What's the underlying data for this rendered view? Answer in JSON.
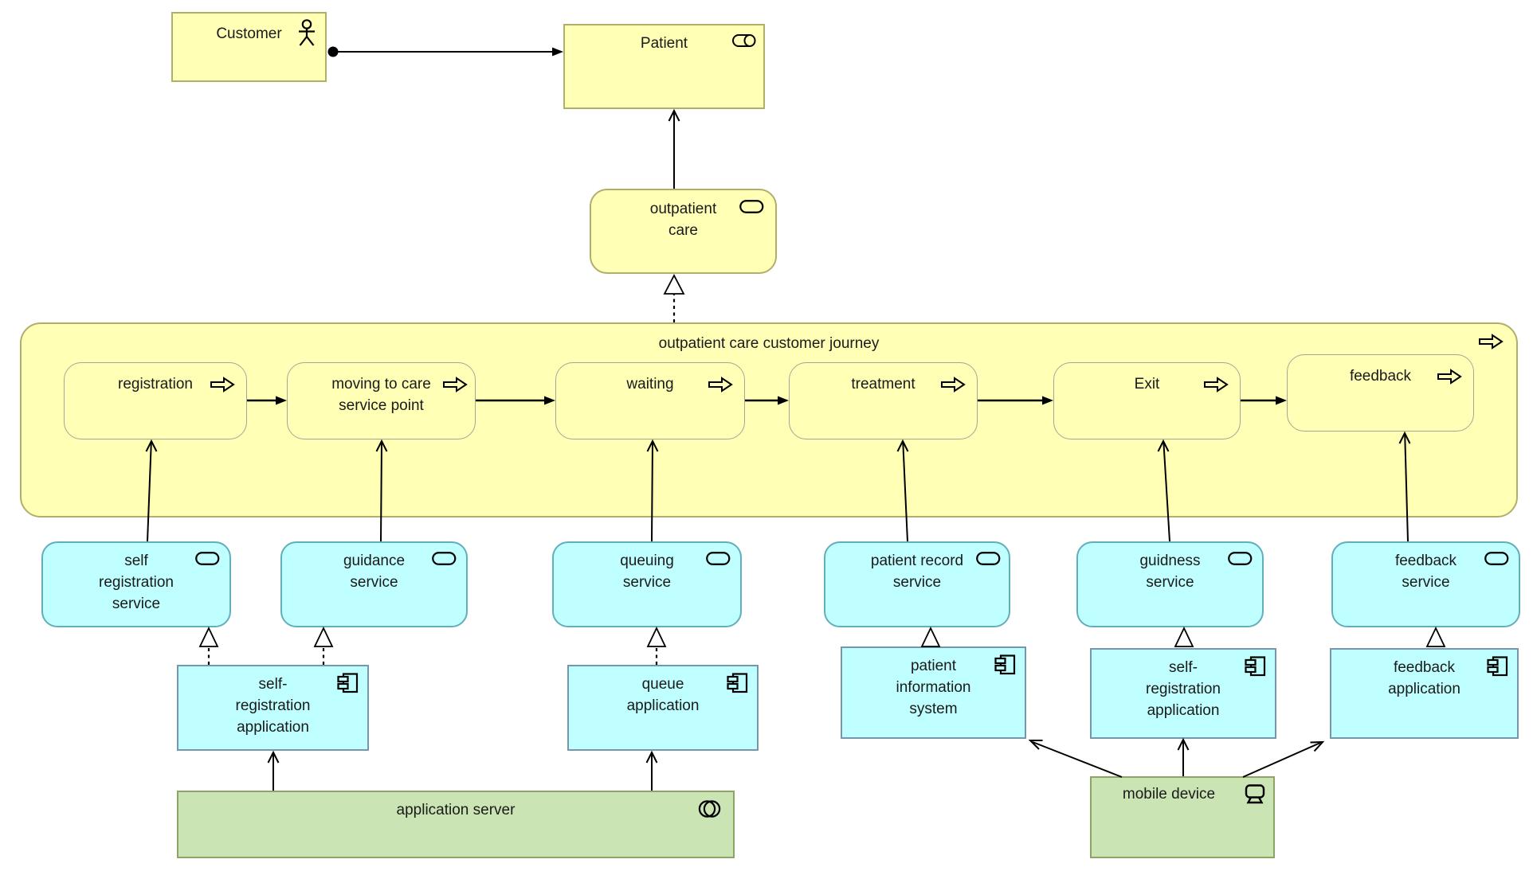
{
  "colors": {
    "business_fill": "#FFFFB5",
    "business_border": "#AFAF6B",
    "process_border": "#A5A596",
    "application_fill": "#BFFFFF",
    "service_border": "#62AEBA",
    "application_border": "#7497AB",
    "technology_fill": "#CBE4B4",
    "technology_border": "#8DA466",
    "line_color": "#000000"
  },
  "icons": {
    "customer": "actor-icon",
    "patient": "role-icon",
    "business_service": "service-oval-icon",
    "process": "process-arrow-icon",
    "application_component": "component-icon",
    "application_server": "system-software-icon",
    "mobile_device": "device-icon"
  },
  "nodes": {
    "customer": {
      "label": "Customer"
    },
    "patient": {
      "label": "Patient"
    },
    "outpatient_care": {
      "label": "outpatient\ncare"
    },
    "journey": {
      "title": "outpatient care customer journey"
    },
    "steps": [
      {
        "label": "registration"
      },
      {
        "label": "moving to care\nservice point"
      },
      {
        "label": "waiting"
      },
      {
        "label": "treatment"
      },
      {
        "label": "Exit"
      },
      {
        "label": "feedback"
      }
    ],
    "services": [
      {
        "label": "self\nregistration\nservice"
      },
      {
        "label": "guidance\nservice"
      },
      {
        "label": "queuing\nservice"
      },
      {
        "label": "patient record\nservice"
      },
      {
        "label": "guidness\nservice"
      },
      {
        "label": "feedback\nservice"
      }
    ],
    "applications": [
      {
        "label": "self-\nregistration\napplication"
      },
      {
        "label": "queue\napplication"
      },
      {
        "label": "patient\ninformation\nsystem"
      },
      {
        "label": "self-\nregistration\napplication"
      },
      {
        "label": "feedback\napplication"
      }
    ],
    "technology": [
      {
        "label": "application server"
      },
      {
        "label": "mobile device"
      }
    ]
  }
}
